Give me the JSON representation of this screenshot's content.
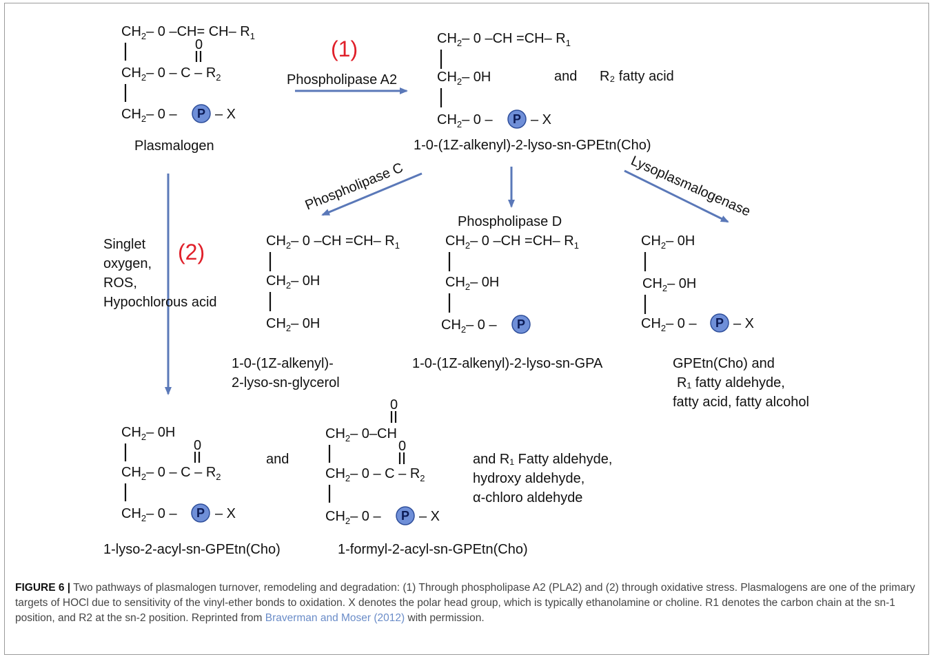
{
  "labels": {
    "step1": "(1)",
    "step2": "(2)",
    "pla2": "Phospholipase A2",
    "plc": "Phospholipase C",
    "pld": "Phospholipase D",
    "lyso": "Lysoplasmalogenase",
    "oxidant1": "Singlet",
    "oxidant2": "oxygen,",
    "oxidant3": "ROS,",
    "oxidant4": "Hypochlorous acid",
    "and": "and",
    "r2_fatty_acid": "R₂ fatty acid",
    "and_r1_1": "and  R₁ Fatty aldehyde,",
    "and_r1_2": "hydroxy aldehyde,",
    "and_r1_3": "α-chloro aldehyde"
  },
  "names": {
    "plasmalogen": "Plasmalogen",
    "lyso_gpetn": "1-0-(1Z-alkenyl)-2-lyso-sn-GPEtn(Cho)",
    "glycerol_1": "1-0-(1Z-alkenyl)-",
    "glycerol_2": "2-lyso-sn-glycerol",
    "gpa": "1-0-(1Z-alkenyl)-2-lyso-sn-GPA",
    "gpetn_1": "GPEtn(Cho) and",
    "gpetn_2": "R₁ fatty aldehyde,",
    "gpetn_3": "fatty acid, fatty alcohol",
    "acyl": "1-lyso-2-acyl-sn-GPEtn(Cho)",
    "formyl": "1-formyl-2-acyl-sn-GPEtn(Cho)"
  },
  "caption": {
    "figure": "FIGURE 6 |",
    "text1": " Two pathways of plasmalogen turnover, remodeling and degradation: (1) Through phospholipase A2 (PLA2) and (2) through oxidative stress. Plasmalogens are one of the primary targets of HOCl due to sensitivity of the vinyl-ether bonds to oxidation. X denotes the polar head group, which is typically ethanolamine or choline. R1 denotes the carbon chain at the sn-1 position, and R2 at the sn-2 position. Reprinted from ",
    "ref": "Braverman and Moser (2012)",
    "text2": " with permission."
  },
  "colors": {
    "arrow": "#5a78b8",
    "step_label": "#e0202a",
    "phosphate": "#6f8fd8",
    "reference_link": "#6a8cc8"
  }
}
